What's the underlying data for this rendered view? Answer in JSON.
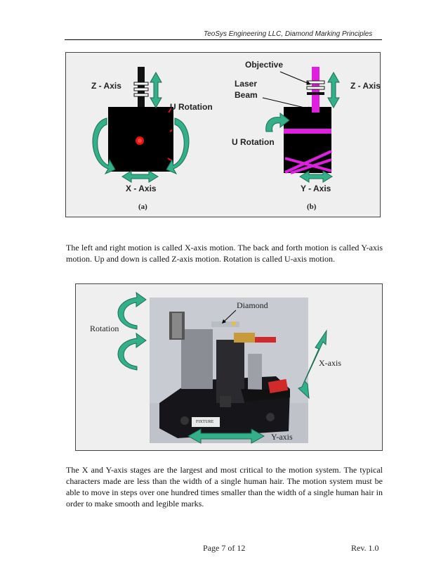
{
  "header": {
    "text": "TeoSys Engineering LLC, Diamond Marking Principles"
  },
  "figure1": {
    "labels": {
      "z_axis_left": "Z - Axis",
      "u_rotation_left": "U Rotation",
      "x_axis": "X - Axis",
      "objective": "Objective",
      "laser": "Laser",
      "beam": "Beam",
      "z_axis_right": "Z - Axis",
      "u_rotation_right": "U Rotation",
      "y_axis": "Y - Axis"
    },
    "captions": {
      "a": "(a)",
      "b": "(b)"
    }
  },
  "paragraph1": "The left and right motion is called X-axis motion. The back and forth motion is called Y-axis motion. Up and down is called Z-axis motion. Rotation is called U-axis motion.",
  "figure2": {
    "labels": {
      "rotation": "Rotation",
      "diamond": "Diamond",
      "x_axis": "X-axis",
      "y_axis": "Y-axis",
      "fixture": "FIXTURE"
    }
  },
  "paragraph2": "The X and Y-axis stages are the largest and most critical to the motion system. The typical characters made are less than the width of a single human hair. The motion system must be able to move in steps over one hundred times smaller than the width of a single human hair in order to make smooth and legible marks.",
  "footer": {
    "page": "Page 7 of 12",
    "rev": "Rev. 1.0"
  },
  "colors": {
    "arrow": "#33b08a",
    "laser": "#e020e0",
    "red_mark": "#e81414"
  }
}
